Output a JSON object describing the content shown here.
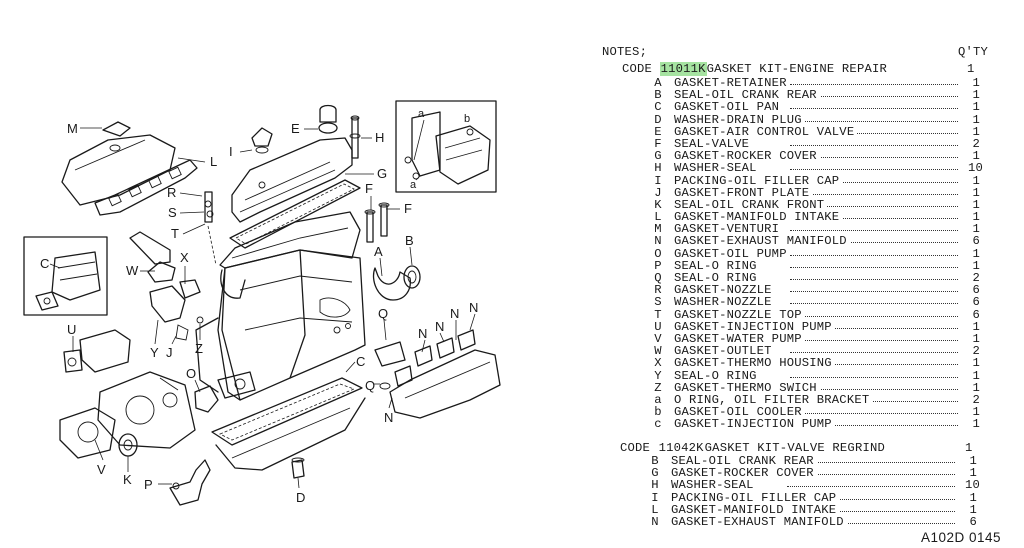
{
  "notes_label": "NOTES;",
  "qty_header": "Q'TY",
  "kits": [
    {
      "code_prefix": "CODE",
      "code": "11011K",
      "title": "GASKET KIT-ENGINE REPAIR",
      "qty": "1",
      "highlight": true,
      "items": [
        {
          "letter": "A",
          "name": "GASKET-RETAINER",
          "qty": "1"
        },
        {
          "letter": "B",
          "name": "SEAL-OIL CRANK REAR",
          "qty": "1"
        },
        {
          "letter": "C",
          "name": "GASKET-OIL PAN",
          "qty": "1"
        },
        {
          "letter": "D",
          "name": "WASHER-DRAIN PLUG",
          "qty": "1"
        },
        {
          "letter": "E",
          "name": "GASKET-AIR CONTROL VALVE",
          "qty": "1"
        },
        {
          "letter": "F",
          "name": "SEAL-VALVE",
          "qty": "2"
        },
        {
          "letter": "G",
          "name": "GASKET-ROCKER COVER",
          "qty": "1"
        },
        {
          "letter": "H",
          "name": "WASHER-SEAL",
          "qty": "10"
        },
        {
          "letter": "I",
          "name": "PACKING-OIL FILLER CAP",
          "qty": "1"
        },
        {
          "letter": "J",
          "name": "GASKET-FRONT PLATE",
          "qty": "1"
        },
        {
          "letter": "K",
          "name": "SEAL-OIL CRANK FRONT",
          "qty": "1"
        },
        {
          "letter": "L",
          "name": "GASKET-MANIFOLD INTAKE",
          "qty": "1"
        },
        {
          "letter": "M",
          "name": "GASKET-VENTURI",
          "qty": "1"
        },
        {
          "letter": "N",
          "name": "GASKET-EXHAUST MANIFOLD",
          "qty": "6"
        },
        {
          "letter": "O",
          "name": "GASKET-OIL PUMP",
          "qty": "1"
        },
        {
          "letter": "P",
          "name": "SEAL-O RING",
          "qty": "1"
        },
        {
          "letter": "Q",
          "name": "SEAL-O RING",
          "qty": "2"
        },
        {
          "letter": "R",
          "name": "GASKET-NOZZLE",
          "qty": "6"
        },
        {
          "letter": "S",
          "name": "WASHER-NOZZLE",
          "qty": "6"
        },
        {
          "letter": "T",
          "name": "GASKET-NOZZLE TOP",
          "qty": "6"
        },
        {
          "letter": "U",
          "name": "GASKET-INJECTION PUMP",
          "qty": "1"
        },
        {
          "letter": "V",
          "name": "GASKET-WATER PUMP",
          "qty": "1"
        },
        {
          "letter": "W",
          "name": "GASKET-OUTLET",
          "qty": "2"
        },
        {
          "letter": "X",
          "name": "GASKET-THERMO HOUSING",
          "qty": "1"
        },
        {
          "letter": "Y",
          "name": "SEAL-O RING",
          "qty": "1"
        },
        {
          "letter": "Z",
          "name": "GASKET-THERMO SWICH",
          "qty": "1"
        },
        {
          "letter": "a",
          "name": "O RING, OIL FILTER BRACKET",
          "qty": "2"
        },
        {
          "letter": "b",
          "name": "GASKET-OIL COOLER",
          "qty": "1"
        },
        {
          "letter": "c",
          "name": "GASKET-INJECTION PUMP",
          "qty": "1"
        }
      ]
    },
    {
      "code_prefix": "CODE",
      "code": "11042K",
      "title": "GASKET KIT-VALVE REGRIND",
      "qty": "1",
      "highlight": false,
      "items": [
        {
          "letter": "B",
          "name": "SEAL-OIL CRANK REAR",
          "qty": "1"
        },
        {
          "letter": "G",
          "name": "GASKET-ROCKER COVER",
          "qty": "1"
        },
        {
          "letter": "H",
          "name": "WASHER-SEAL",
          "qty": "10"
        },
        {
          "letter": "I",
          "name": "PACKING-OIL FILLER CAP",
          "qty": "1"
        },
        {
          "letter": "L",
          "name": "GASKET-MANIFOLD INTAKE",
          "qty": "1"
        },
        {
          "letter": "N",
          "name": "GASKET-EXHAUST MANIFOLD",
          "qty": "6"
        }
      ]
    }
  ],
  "reference_code": "A102D 0145",
  "diagram_callouts": [
    "M",
    "L",
    "I",
    "E",
    "H",
    "G",
    "R",
    "S",
    "T",
    "F",
    "F",
    "C",
    "W",
    "X",
    "U",
    "J",
    "Y",
    "Z",
    "O",
    "A",
    "B",
    "Q",
    "N",
    "N",
    "N",
    "N",
    "C",
    "Q",
    "N",
    "V",
    "K",
    "P",
    "D",
    "a",
    "b",
    "a"
  ],
  "colors": {
    "highlight": "#a6e3a1",
    "ink": "#1a1a1a"
  }
}
